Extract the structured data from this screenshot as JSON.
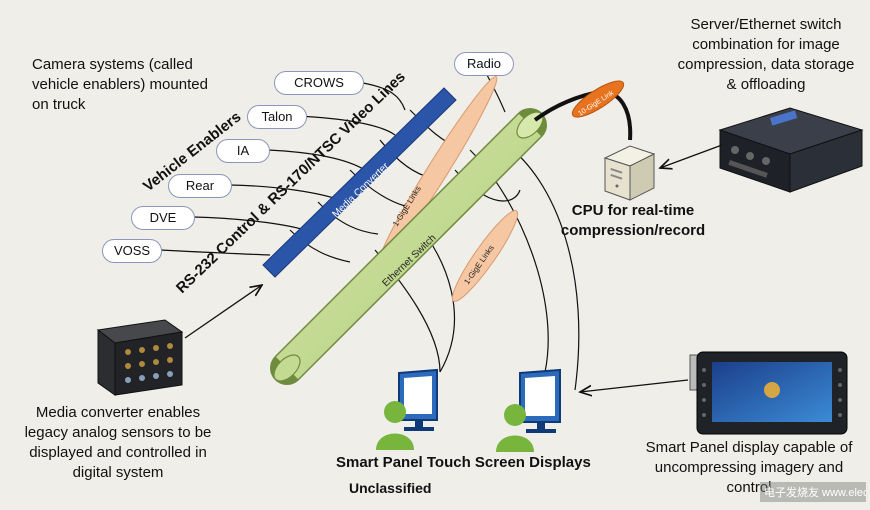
{
  "enablers": {
    "heading": "Vehicle Enablers",
    "items": [
      "CROWS",
      "Talon",
      "IA",
      "Rear",
      "DVE",
      "VOSS"
    ]
  },
  "radio_label": "Radio",
  "captions": {
    "camera": [
      "Camera systems (called",
      "vehicle enablers) mounted",
      "on truck"
    ],
    "server": [
      "Server/Ethernet switch",
      "combination for image",
      "compression, data storage",
      "&  offloading"
    ],
    "cpu": [
      "CPU for real-time",
      "compression/record"
    ],
    "media_converter": [
      "Media converter enables",
      "legacy analog sensors to be",
      "displayed and controlled in",
      "digital system"
    ],
    "smart_panel": [
      "Smart Panel display capable of",
      "uncompressing imagery and",
      "control"
    ]
  },
  "bars": {
    "rs232_label": "RS-232 Control & RS-170/NTSC Video Lines",
    "media_converter_label": "Media Converter",
    "ethernet_switch_label": "Ethernet Switch",
    "link_1gige_a": "1-GigE Links",
    "link_1gige_b": "1-GigE Links",
    "link_10gige": "10-GigE Link"
  },
  "displays_label": "Smart Panel Touch Screen Displays",
  "classification": "Unclassified",
  "watermark": "电子发烧友 www.elecfans.com",
  "colors": {
    "blue_bar": "#2b55a8",
    "green_tube": "#c8dd9a",
    "salmon_oval": "#f6c7a3",
    "orange_oval": "#e8731e",
    "person_green": "#78b53c"
  }
}
